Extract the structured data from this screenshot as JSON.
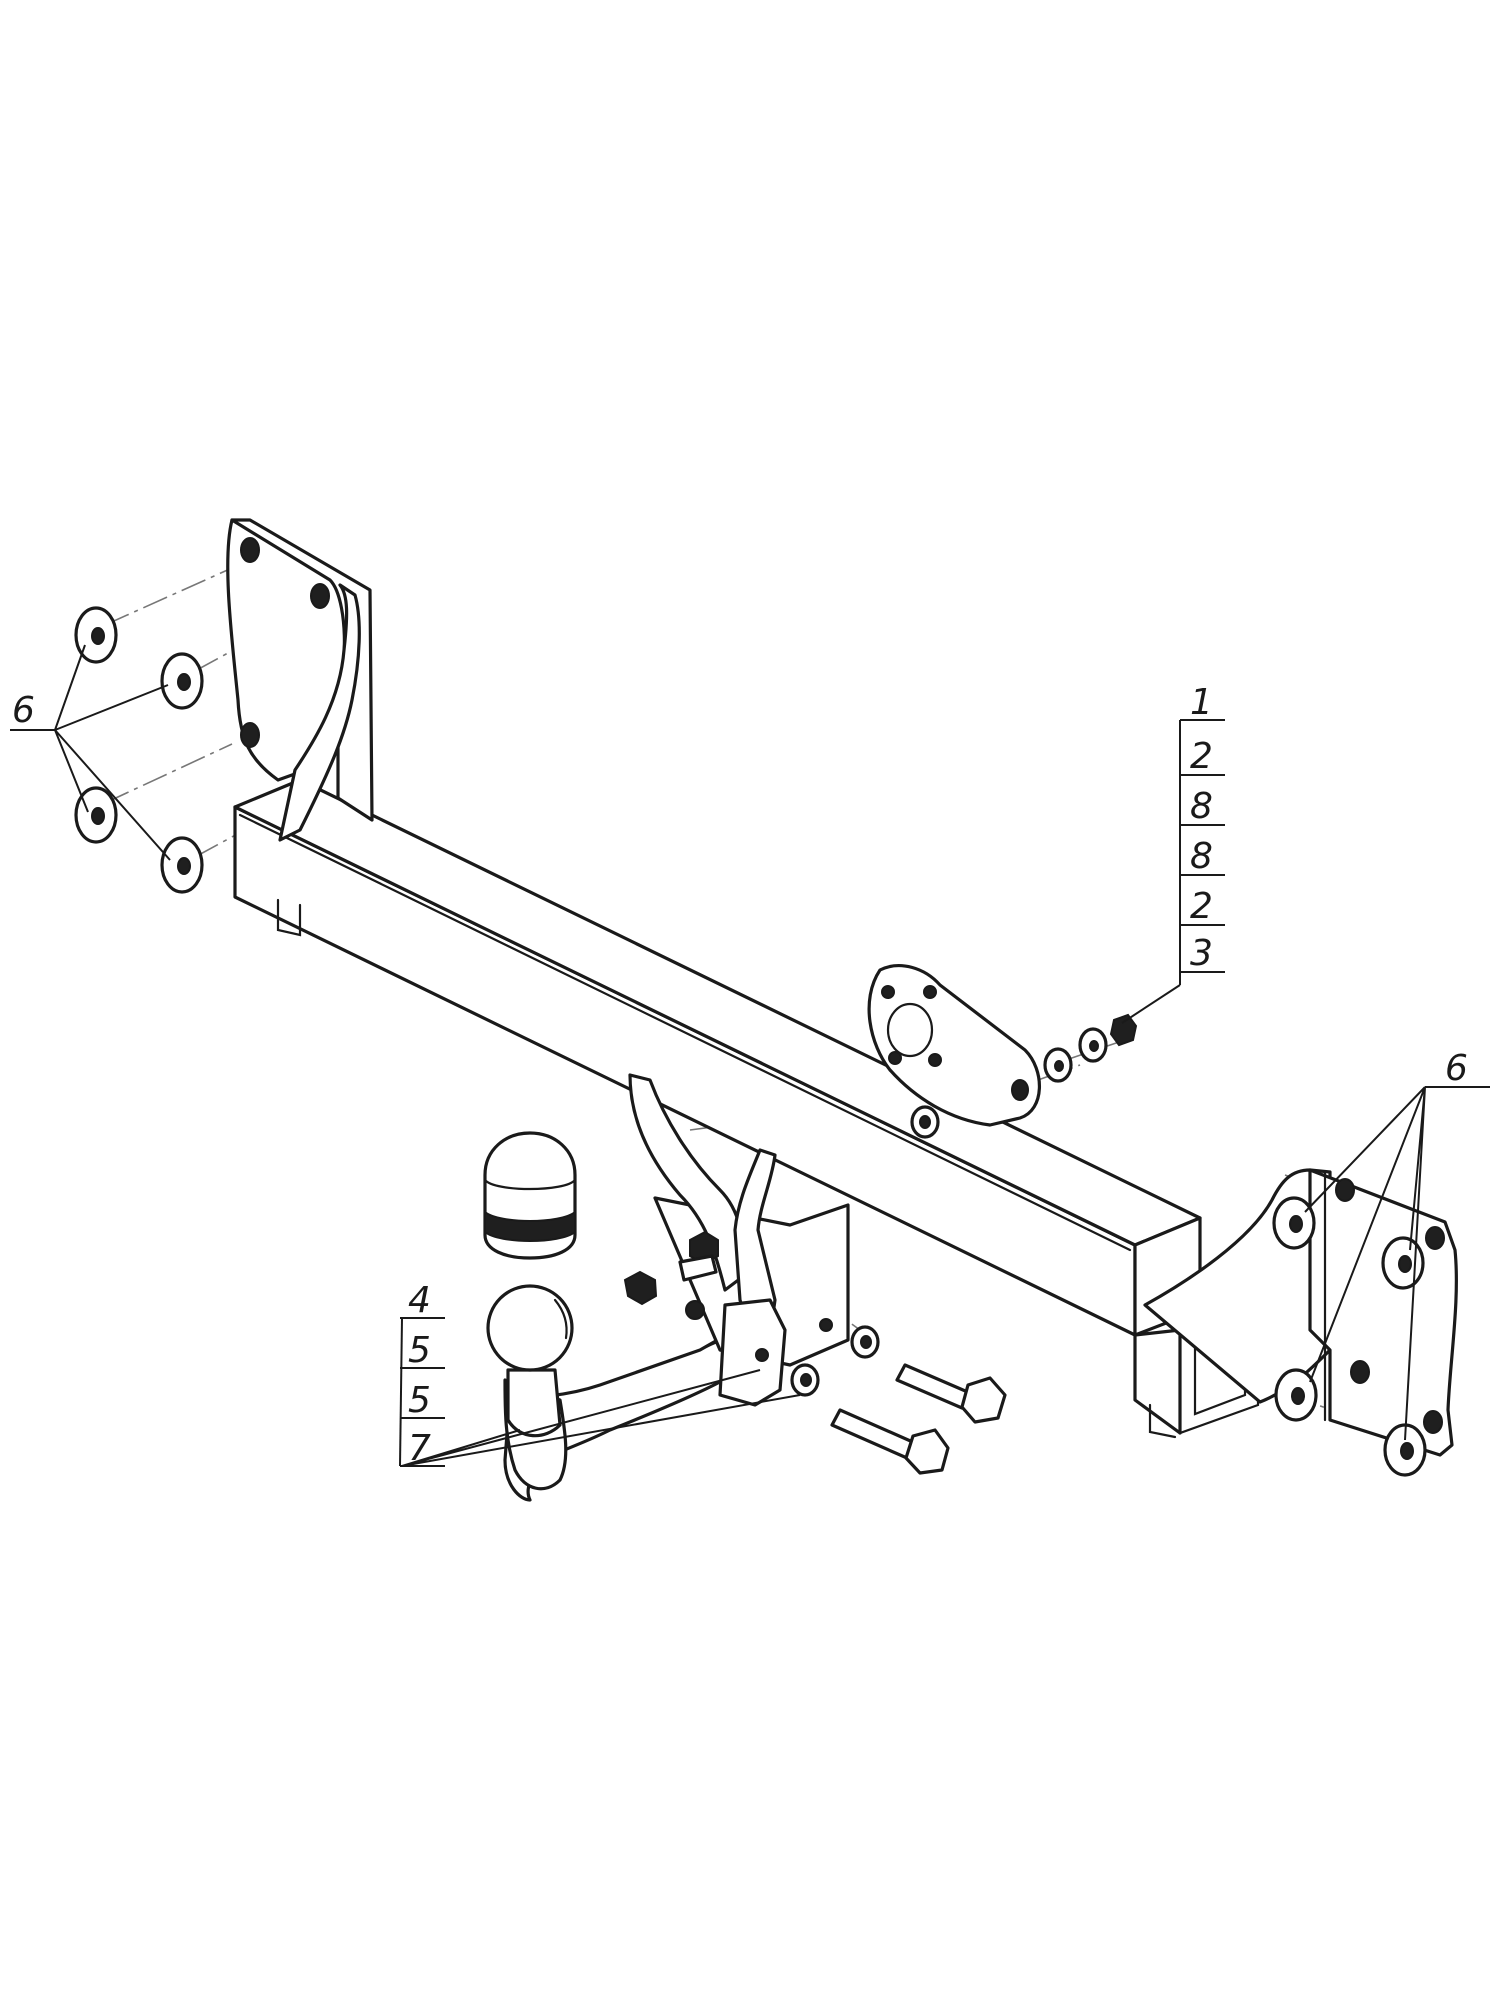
{
  "labels": {
    "left_washers": "6",
    "right_washers": "6",
    "stack": [
      "1",
      "2",
      "8",
      "8",
      "2",
      "3"
    ],
    "ball_stack": [
      "4",
      "5",
      "5",
      "7"
    ]
  }
}
